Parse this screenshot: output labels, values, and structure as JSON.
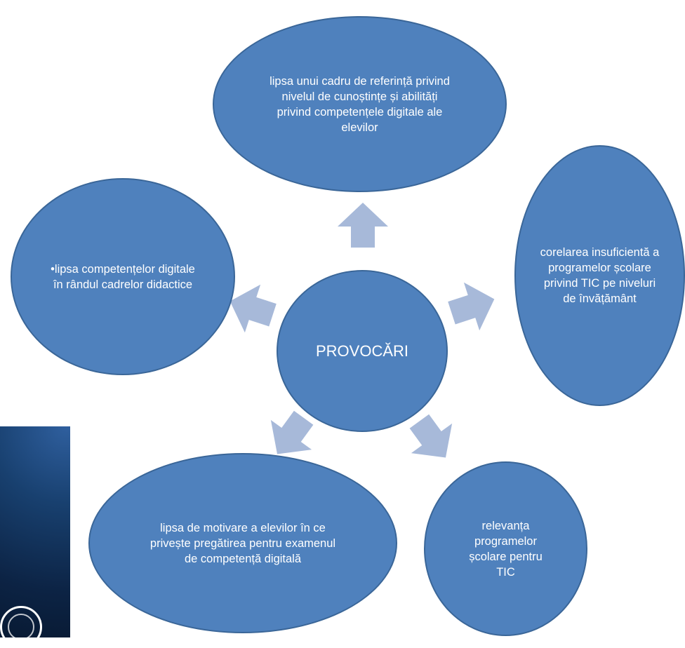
{
  "colors": {
    "node_fill": "#4f81bd",
    "node_border": "#3a6698",
    "arrow_fill": "#a7b9d9",
    "text": "#ffffff"
  },
  "diagram": {
    "center": {
      "label": "PROVOCĂRI"
    },
    "nodes": [
      {
        "id": "top",
        "label": "lipsa unui cadru de referință privind nivelul de cunoștințe și abilități privind competențele digitale ale elevilor"
      },
      {
        "id": "right",
        "label": "corelarea insuficientă a programelor școlare privind TIC pe niveluri de învățământ"
      },
      {
        "id": "bottom-right",
        "label": "relevanța programelor școlare pentru TIC"
      },
      {
        "id": "bottom-left",
        "label": "lipsa de motivare a elevilor în ce privește pregătirea pentru examenul de competență digitală"
      },
      {
        "id": "left",
        "label": "•lipsa competențelor digitale în rândul cadrelor didactice"
      }
    ]
  }
}
